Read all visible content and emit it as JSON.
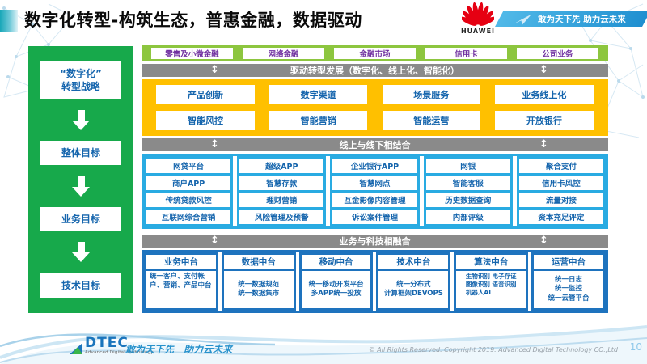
{
  "header": {
    "title": "数字化转型-构筑生态，普惠金融，数据驱动",
    "huawei_wordmark": "HUAWEI",
    "slogan_banner": "敢为天下先 助力云未来"
  },
  "sidebar": {
    "items": [
      "“数字化”\n转型战略",
      "整体目标",
      "业务目标",
      "技术目标"
    ]
  },
  "business_row": [
    "零售及小微金融",
    "网络金融",
    "金融市场",
    "信用卡",
    "公司业务"
  ],
  "banners": {
    "b1": "驱动转型发展（数字化、线上化、智能化）",
    "b2": "线上与线下相结合",
    "b3": "业务与科技相融合",
    "arrow_glyph": "↕"
  },
  "yellow_rows": [
    [
      "产品创新",
      "数字渠道",
      "场景服务",
      "业务线上化"
    ],
    [
      "智能风控",
      "智能营销",
      "智能运营",
      "开放银行"
    ]
  ],
  "grid": {
    "columns": [
      [
        "网贷平台",
        "商户APP",
        "传统贷款风控",
        "互联网综合营销"
      ],
      [
        "超级APP",
        "智慧存款",
        "理财营销",
        "风险管理及预警"
      ],
      [
        "企业银行APP",
        "智慧网点",
        "互金影像内容管理",
        "诉讼案件管理"
      ],
      [
        "网银",
        "智能客服",
        "历史数据查询",
        "内部评级"
      ],
      [
        "聚合支付",
        "信用卡风控",
        "流量对接",
        "资本充足评定"
      ]
    ]
  },
  "platforms": {
    "columns": [
      {
        "header": "业务中台",
        "content": "统一客户、支付帐户、营销、产品中台"
      },
      {
        "header": "数据中台",
        "content": "统一数据规范\n统一数据集市"
      },
      {
        "header": "移动中台",
        "content": "统一移动开发平台\n多APP统一投放"
      },
      {
        "header": "技术中台",
        "content": "统一分布式\n计算框架DEVOPS"
      },
      {
        "header": "算法中台",
        "content": "生物识别 电子存证\n图像识别 语音识别\n机器人AI"
      },
      {
        "header": "运营中台",
        "content": "统一日志\n统一监控\n统一云管平台"
      }
    ]
  },
  "footer": {
    "logo_word": "DTEC",
    "logo_sub": "Advanced Digital Technology",
    "slogan": "敢为天下先　助力云未来",
    "copyright": "© All Rights Reserved. Copyright 2019. Advanced Digital Technology CO.,Ltd",
    "page_number": "10"
  },
  "colors": {
    "sidebar_green": "#17a94b",
    "segment_green": "#8dc63f",
    "yellow": "#ffc000",
    "banner_gray": "#8a8a8a",
    "grid_blue": "#29abe2",
    "platform_blue": "#1e73be",
    "segment_text_purple": "#7030a0",
    "box_text_blue": "#1565ad",
    "huawei_red": "#e60012"
  }
}
